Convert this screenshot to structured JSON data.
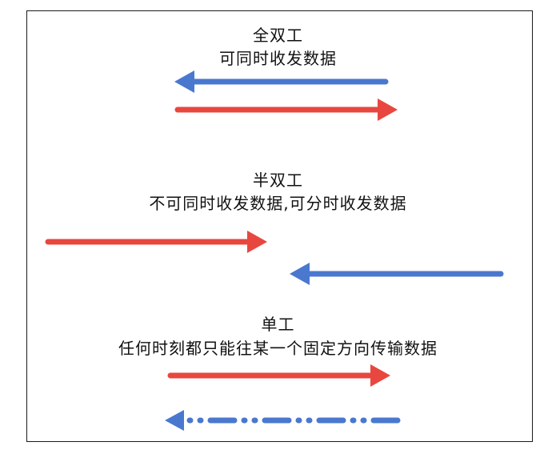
{
  "colors": {
    "red": "#e8473f",
    "blue": "#4a78cf",
    "border": "#1a1a1a",
    "text": "#111111"
  },
  "sections": [
    {
      "id": "full-duplex",
      "title": "全双工",
      "description": "可同时收发数据",
      "arrows": [
        {
          "direction": "left",
          "color": "blue",
          "style": "solid"
        },
        {
          "direction": "right",
          "color": "red",
          "style": "solid"
        }
      ]
    },
    {
      "id": "half-duplex",
      "title": "半双工",
      "description": "不可同时收发数据,可分时收发数据",
      "arrows": [
        {
          "direction": "right",
          "color": "red",
          "style": "solid"
        },
        {
          "direction": "left",
          "color": "blue",
          "style": "solid"
        }
      ]
    },
    {
      "id": "simplex",
      "title": "单工",
      "description": "任何时刻都只能往某一个固定方向传输数据",
      "arrows": [
        {
          "direction": "right",
          "color": "red",
          "style": "solid"
        },
        {
          "direction": "left",
          "color": "blue",
          "style": "dash-dot"
        }
      ]
    }
  ]
}
